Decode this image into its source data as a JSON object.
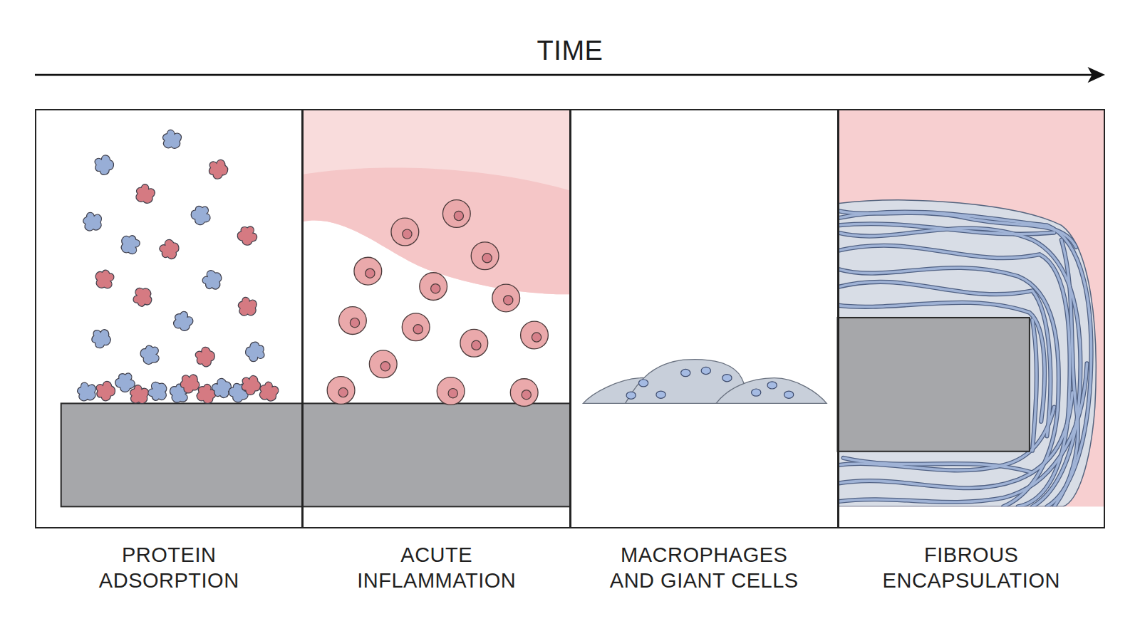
{
  "diagram": {
    "nodes": [
      {
        "text": [
          "PROTEIN ADSORPTION"
        ]
      },
      {
        "text": [
          "ACUTE INFLAMMATION"
        ]
      },
      {
        "text": [
          "MACROPHAGES AND GIANT CELLS"
        ]
      },
      {
        "text": [
          "FIBROUS ENCAPSULATION"
        ]
      }
    ],
    "labels": [
      "TIME"
    ]
  }
}
